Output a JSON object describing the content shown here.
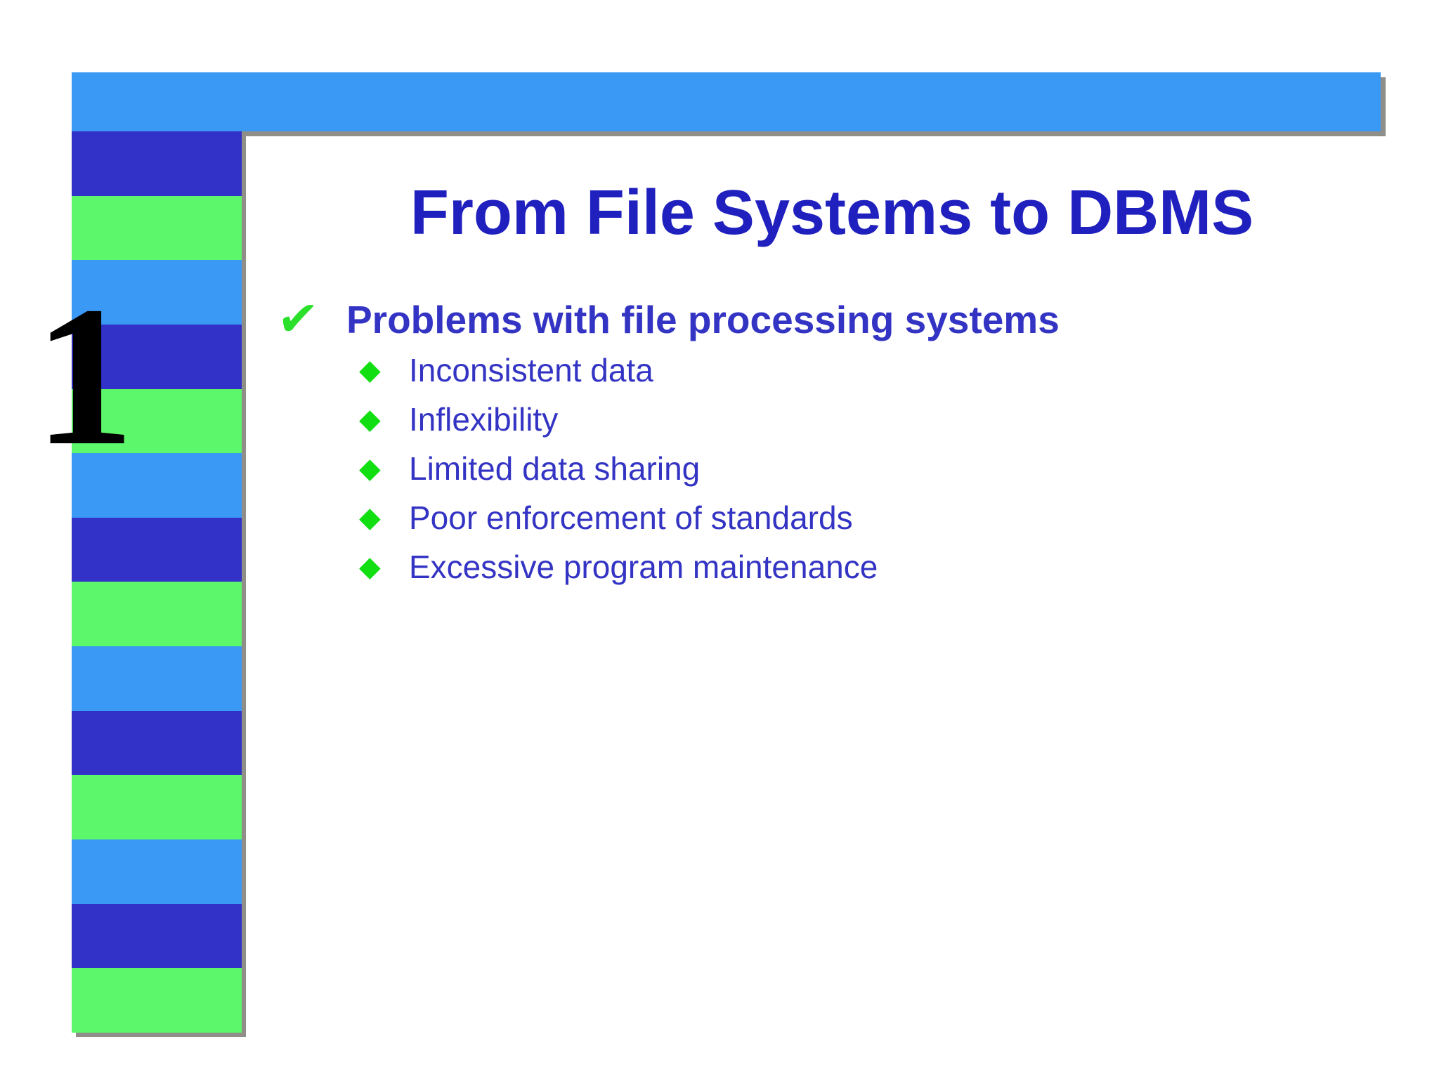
{
  "slide": {
    "title": "From File Systems to DBMS",
    "section_number": "1",
    "heading": {
      "icon": "✔",
      "text": "Problems with file processing systems"
    },
    "bullets": [
      {
        "icon": "◆",
        "text": "Inconsistent data"
      },
      {
        "icon": "◆",
        "text": "Inflexibility"
      },
      {
        "icon": "◆",
        "text": "Limited data sharing"
      },
      {
        "icon": "◆",
        "text": "Poor enforcement of standards"
      },
      {
        "icon": "◆",
        "text": "Excessive program maintenance"
      }
    ],
    "colors": {
      "title_text": "#2020bf",
      "body_text": "#3434c4",
      "check_green": "#2ae02a",
      "diamond_green": "#12df12",
      "stripe_light_blue": "#3a99f5",
      "stripe_dark_blue": "#3232c8",
      "stripe_green": "#5cf76a",
      "shadow_gray": "#908e89",
      "numeral_black": "#000000",
      "background": "#ffffff"
    },
    "sidebar_stripes": [
      "stripe_dark_blue",
      "stripe_green",
      "stripe_light_blue",
      "stripe_dark_blue",
      "stripe_green",
      "stripe_light_blue",
      "stripe_dark_blue",
      "stripe_green",
      "stripe_light_blue",
      "stripe_dark_blue",
      "stripe_green",
      "stripe_light_blue",
      "stripe_dark_blue",
      "stripe_green"
    ]
  }
}
